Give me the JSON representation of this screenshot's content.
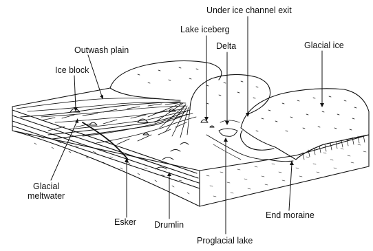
{
  "labels": {
    "under_ice_channel_exit": "Under ice channel exit",
    "lake_iceberg": "Lake iceberg",
    "delta": "Delta",
    "glacial_ice": "Glacial ice",
    "outwash_plain": "Outwash plain",
    "ice_block": "Ice block",
    "glacial_meltwater_line1": "Glacial",
    "glacial_meltwater_line2": "meltwater",
    "esker": "Esker",
    "drumlin": "Drumlin",
    "end_moraine": "End moraine",
    "proglacial_lake": "Proglacial lake"
  }
}
